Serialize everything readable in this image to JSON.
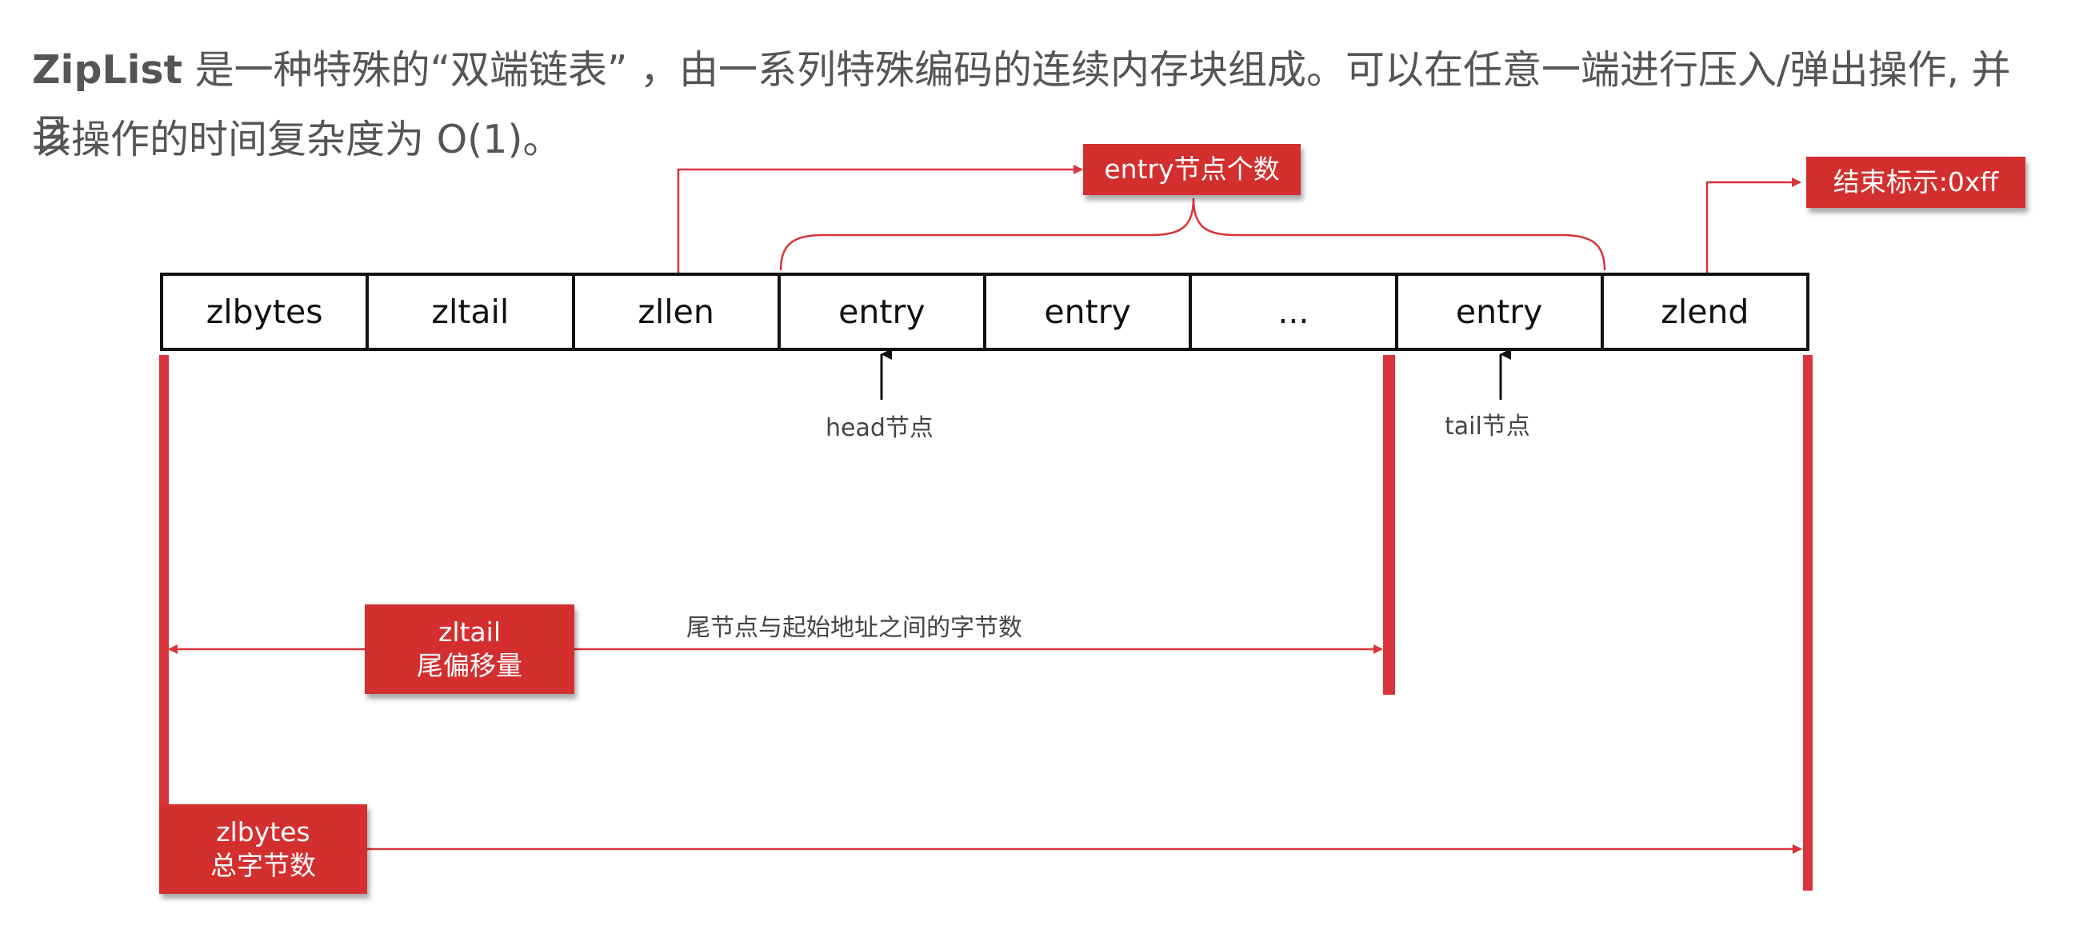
{
  "intro": {
    "keyword": "ZipList",
    "line1_rest": " 是一种特殊的“双端链表” ，由一系列特殊编码的连续内存块组成。可以在任意一端进行压入/弹出操作, 并且",
    "line2": "该操作的时间复杂度为 O(1)。"
  },
  "cells": [
    "zlbytes",
    "zltail",
    "zllen",
    "entry",
    "entry",
    "...",
    "entry",
    "zlend"
  ],
  "callouts": {
    "entry_count": "entry节点个数",
    "end_marker": "结束标示:0xff",
    "zltail_line1": "zltail",
    "zltail_line2": "尾偏移量",
    "zlbytes_line1": "zlbytes",
    "zlbytes_line2": "总字节数"
  },
  "labels": {
    "head": "head节点",
    "tail": "tail节点",
    "tail_offset_desc": "尾节点与起始地址之间的字节数"
  },
  "colors": {
    "accent_red": "#d32f2f",
    "line_red": "#d9343a",
    "text_gray": "#555555",
    "cell_border": "#111111"
  }
}
